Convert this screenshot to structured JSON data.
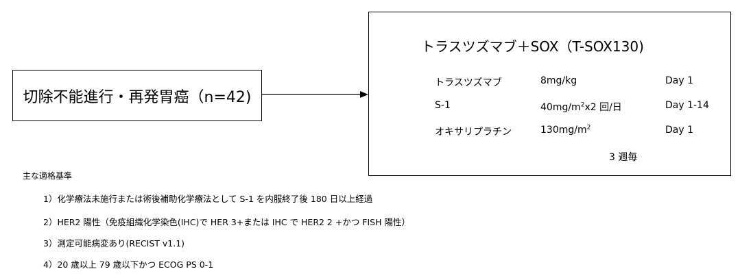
{
  "population_box": {
    "text": "切除不能進行・再発胃癌（n=42)"
  },
  "regimen_box": {
    "title": "トラスツズマブ＋SOX（T-SOX130)",
    "rows": [
      {
        "drug": "トラスツズマブ",
        "dose_main": "8mg/kg",
        "dose_sup": "",
        "dose_tail": "",
        "day": "Day 1"
      },
      {
        "drug": "S-1",
        "dose_main": "40mg/m",
        "dose_sup": "2",
        "dose_tail": "x2 回/日",
        "day": "Day 1-14"
      },
      {
        "drug": "オキサリプラチン",
        "dose_main": "130mg/m",
        "dose_sup": "2",
        "dose_tail": "",
        "day": "Day 1"
      }
    ],
    "cycle": "3 週毎"
  },
  "criteria": {
    "heading": "主な適格基準",
    "items": [
      "1）化学療法未施行または術後補助化学療法として S-1 を内服終了後 180 日以上経過",
      "2）HER2 陽性（免疫組織化学染色(IHC)で HER 3+または IHC で HER2  2 +かつ FISH 陽性）",
      "3）測定可能病変あり(RECIST v1.1)",
      "4）20 歳以上 79 歳以下かつ ECOG PS 0-1"
    ]
  }
}
